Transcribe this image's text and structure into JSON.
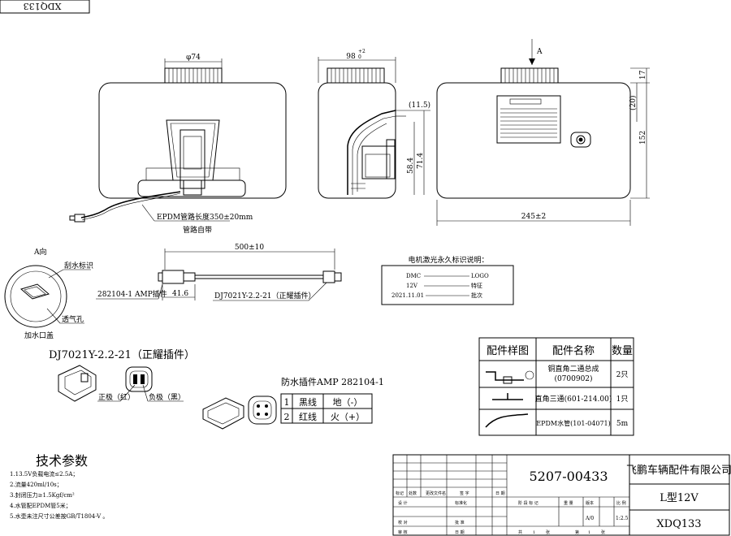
{
  "drawing_number_flipped": "XDQ133",
  "dims": {
    "phi74": "φ74",
    "width98": "98",
    "width98_tol": "+2",
    "width98_tol2": "0",
    "arrow_a": "A",
    "d11_5": "(11.5)",
    "d20": "(20)",
    "d17": "17",
    "d152": "152",
    "d58_4": "58.4",
    "d71_4": "71.4",
    "d245": "245±2",
    "d500": "500±10",
    "d41_6": "41.6"
  },
  "labels": {
    "hose": "EPDM管路长度350±20mm",
    "hose2": "管路自带",
    "amp_plug": "282104-1  AMP插件",
    "dj_plug": "DJ7021Y-2.2-21（正耀插件）",
    "view_a": "A向",
    "wiper_mark": "刮水标识",
    "vent": "透气孔",
    "cap": "加水口盖",
    "dj_title": "DJ7021Y-2.2-21（正耀插件）",
    "pos": "正极（红）",
    "neg": "负极（黑）",
    "amp_title": "防水插件AMP  282104-1"
  },
  "laser": {
    "title": "电机激光永久标识说明：",
    "rows": [
      {
        "left": "DMC",
        "right": "LOGO"
      },
      {
        "left": "12V",
        "right": "特征"
      },
      {
        "left": "2021.11.01",
        "right": "批次"
      }
    ]
  },
  "amp_table": [
    {
      "no": "1",
      "wire": "黑线",
      "func": "地（-）"
    },
    {
      "no": "2",
      "wire": "红线",
      "func": "火（+）"
    }
  ],
  "parts_table": {
    "headers": [
      "配件样图",
      "配件名称",
      "数量"
    ],
    "rows": [
      {
        "name": "铜直角二通总成",
        "name2": "(0700902)",
        "qty": "2只"
      },
      {
        "name": "直角三通(601-214.00)",
        "name2": "",
        "qty": "1只"
      },
      {
        "name": "EPDM水管(101-04071)",
        "name2": "",
        "qty": "5m"
      }
    ]
  },
  "tech": {
    "title": "技术参数",
    "lines": [
      "1.13.5V负载电流≤2.5A；",
      "2.流量420ml/10s；",
      "3.封闭压力≥1.5Kgf/cm²",
      "4.水管配EPDM管5米；",
      "5.水壶未注尺寸公差按GB/T1804-V 。"
    ]
  },
  "title_block": {
    "part_no": "5207-00433",
    "company": "飞鹏车辆配件有限公司",
    "model": "L型12V",
    "code": "XDQ133",
    "sub_labels": [
      "标记",
      "处数",
      "更改文件名",
      "签 字",
      "日 期"
    ],
    "row_labels": [
      "设 计",
      "标准化",
      "校 对",
      "批 准",
      "审 核",
      "日 期"
    ],
    "stage_labels": [
      "阶 段 标 记",
      "重 量",
      "版本",
      "比 例"
    ],
    "version": "A/0",
    "scale": "1:2.5",
    "sheet": [
      "共",
      "1",
      "张",
      "第",
      "1",
      "张"
    ]
  }
}
